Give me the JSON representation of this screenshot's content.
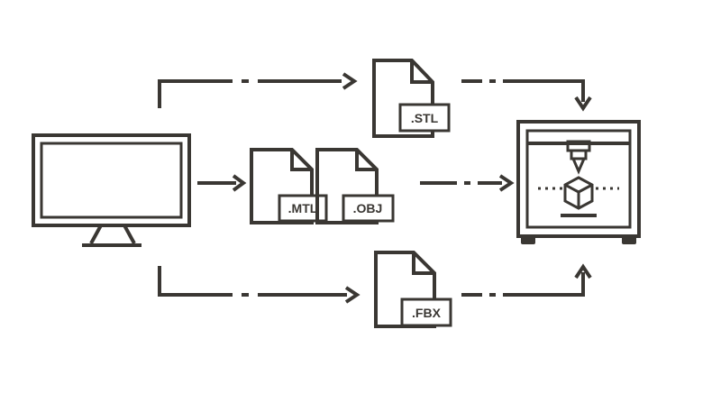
{
  "colors": {
    "stroke": "#3a3733",
    "background": "#ffffff"
  },
  "files": {
    "stl": ".STL",
    "mtl": ".MTL",
    "obj": ".OBJ",
    "fbx": ".FBX"
  },
  "icons": [
    "monitor-icon",
    "file-icon",
    "3d-printer-icon",
    "arrow-icon"
  ]
}
